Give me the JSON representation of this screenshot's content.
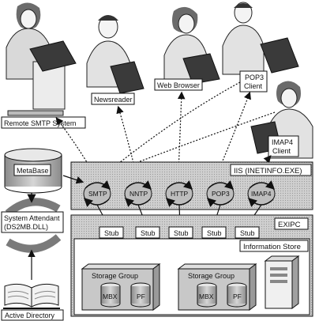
{
  "people": {
    "remote_smtp": "Remote SMTP System",
    "newsreader": "Newsreader",
    "web_browser": "Web Browser",
    "pop3_client_line1": "POP3",
    "pop3_client_line2": "Client",
    "imap4_client_line1": "IMAP4",
    "imap4_client_line2": "Client"
  },
  "left": {
    "metabase": "MetaBase",
    "sys_attendant_line1": "System Attendant",
    "sys_attendant_line2": "(DS2MB.DLL)",
    "active_directory": "Active Directory"
  },
  "iis": {
    "title": "IIS (INETINFO.EXE)",
    "protocols": [
      "SMTP",
      "NNTP",
      "HTTP",
      "POP3",
      "IMAP4"
    ]
  },
  "exipc": {
    "title": "EXIPC",
    "stubs": [
      "Stub",
      "Stub",
      "Stub",
      "Stub",
      "Stub"
    ]
  },
  "store": {
    "title": "Information Store",
    "groups": [
      {
        "title": "Storage Group",
        "db1": "MBX",
        "db2": "PF"
      },
      {
        "title": "Storage Group",
        "db1": "MBX",
        "db2": "PF"
      }
    ]
  }
}
